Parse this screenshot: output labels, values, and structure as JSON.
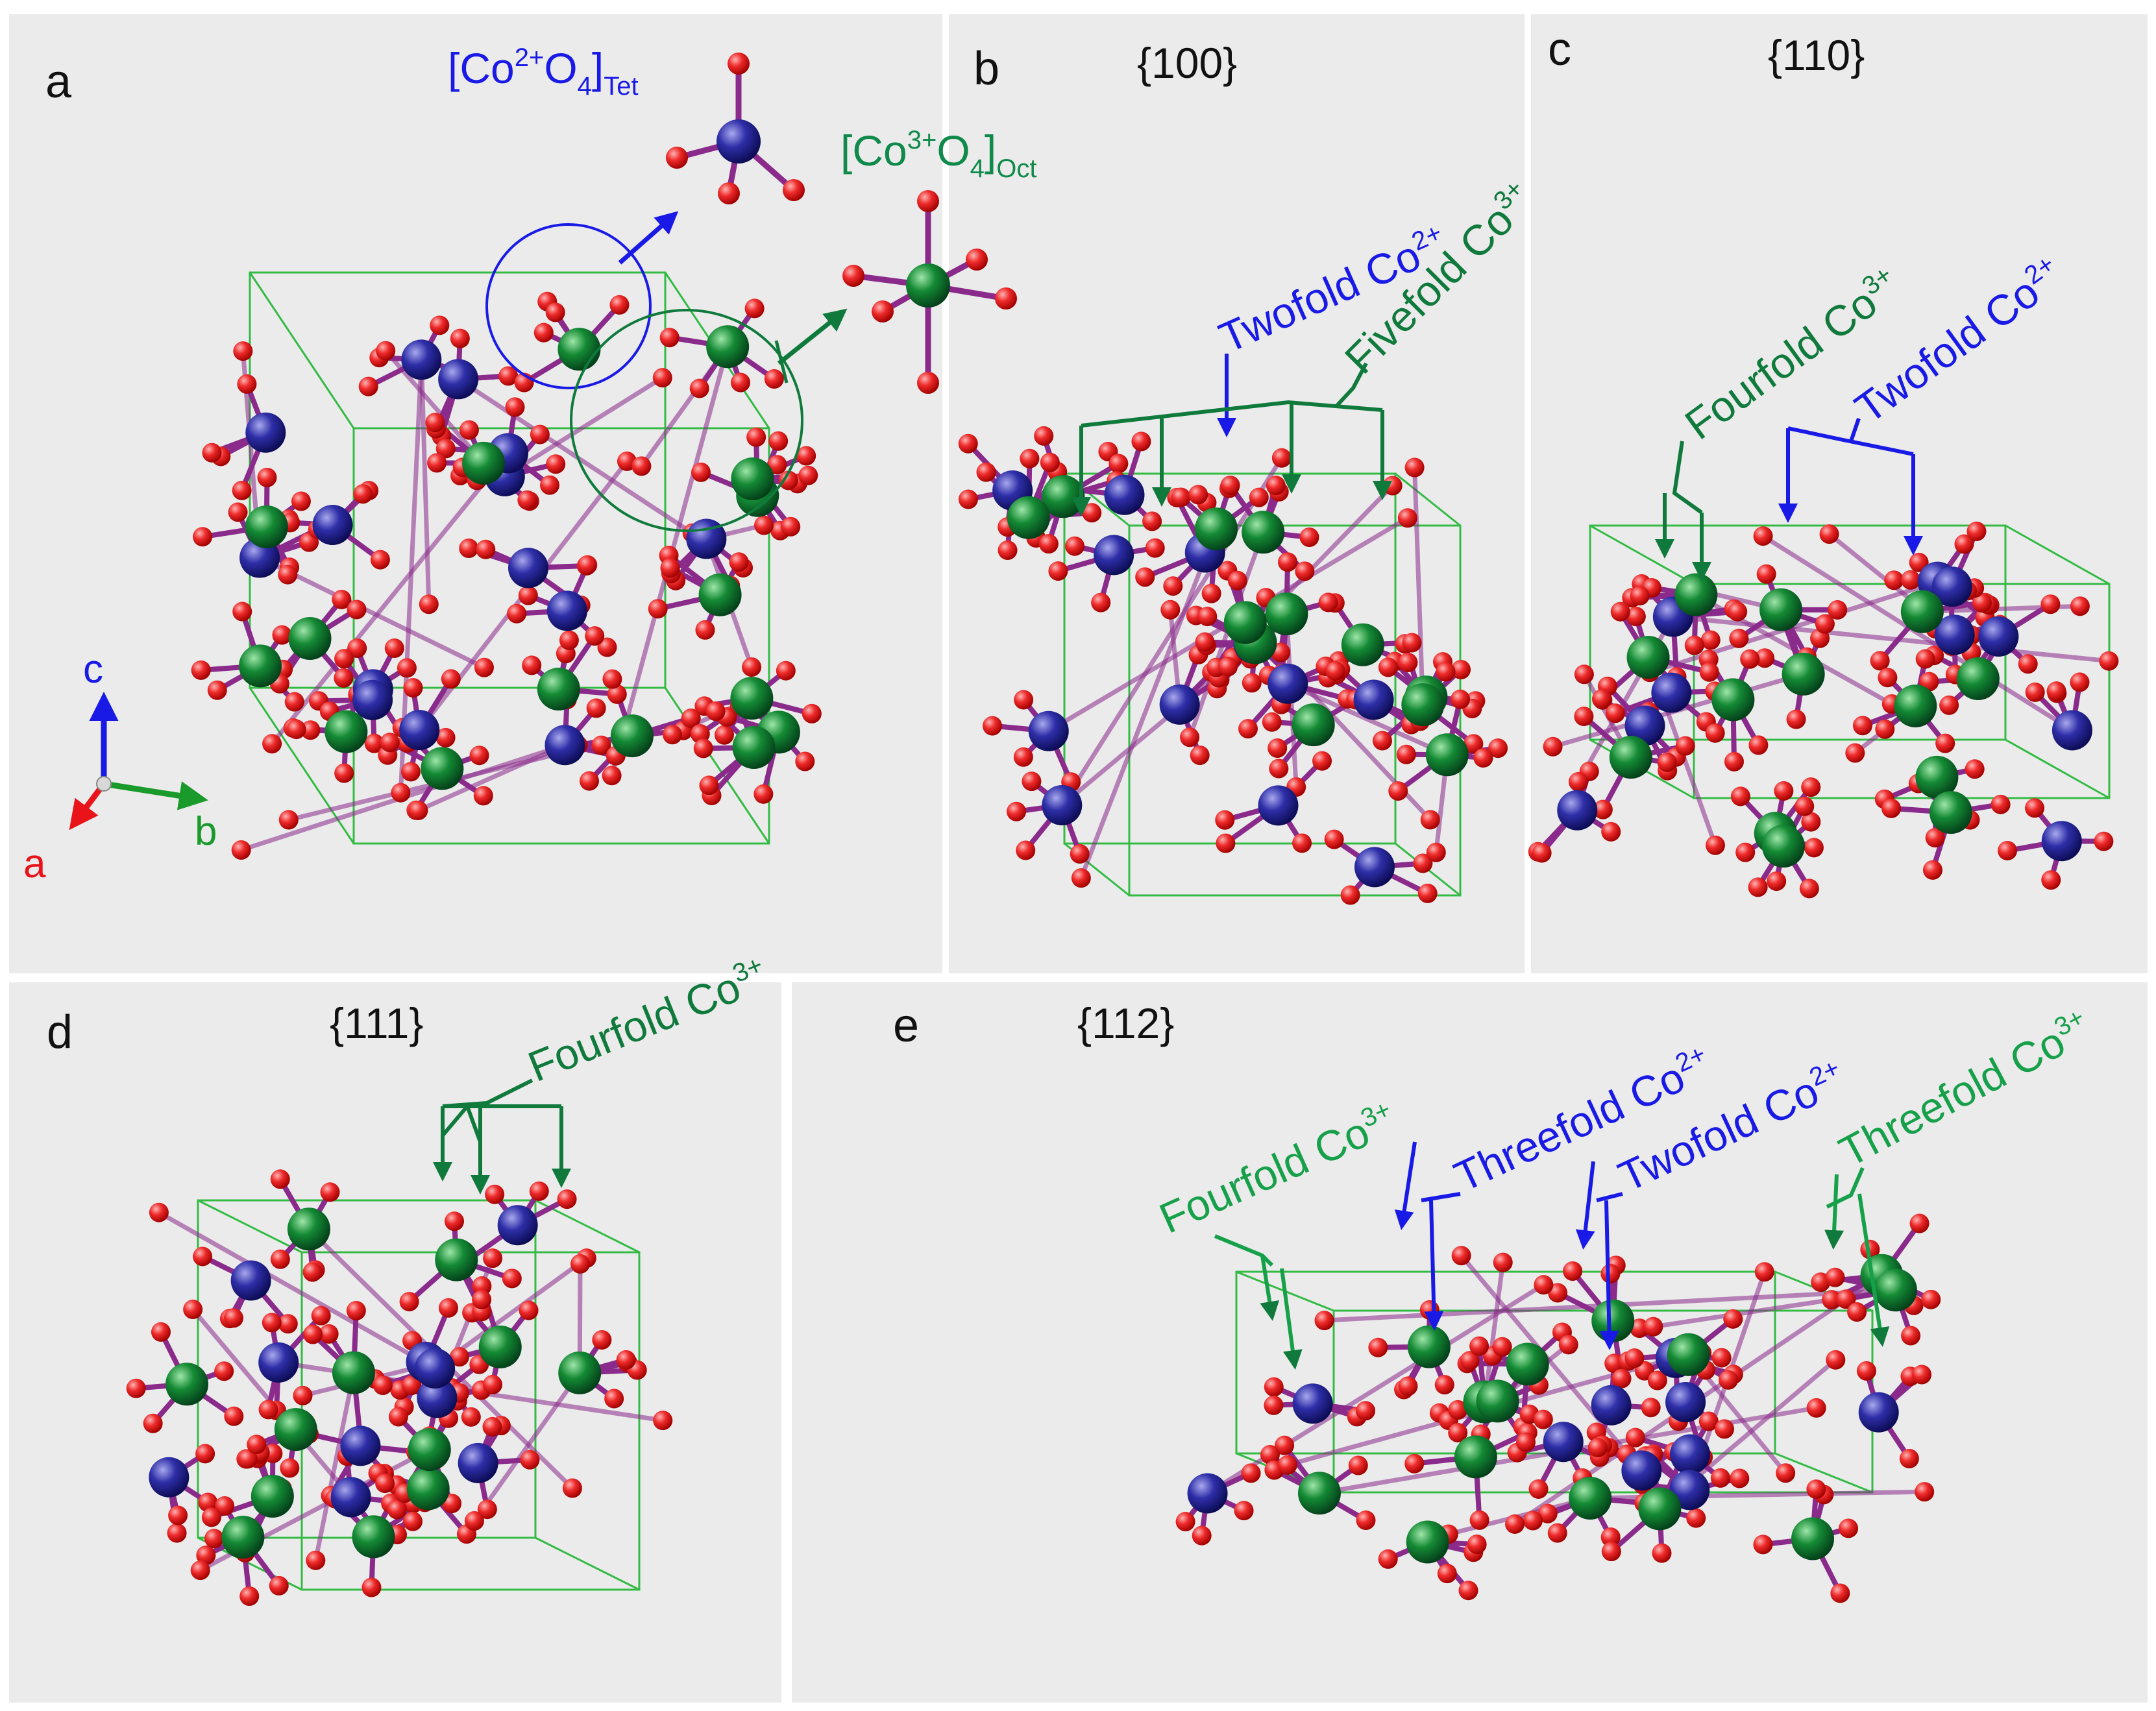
{
  "colors": {
    "panel_bg": "#ebebeb",
    "oxygen": "#e8141a",
    "co2_tet": "#2a2a9c",
    "co3_oct": "#0f7a2e",
    "bond": "#8a2a8a",
    "cell": "#33bb44",
    "label_blue": "#1a1ae6",
    "label_green": "#0f7a3c",
    "axis_a": "#e8141a",
    "axis_b": "#1a9a2a",
    "axis_c": "#1a1ae6"
  },
  "panels": [
    {
      "letter": "a",
      "annotations": {
        "tet_main": "[Co",
        "tet_charge": "2+",
        "tet_o": "O",
        "tet_sub4": "4",
        "tet_close": "]",
        "tet_sub": "Tet",
        "oct_main": "[Co",
        "oct_charge": "3+",
        "oct_o": "O",
        "oct_sub4": "4",
        "oct_close": "]",
        "oct_sub": "Oct"
      },
      "axes": {
        "a": "a",
        "b": "b",
        "c": "c"
      }
    },
    {
      "letter": "b",
      "facet": "{100}",
      "labels": [
        {
          "text": "Twofold Co",
          "charge": "2+",
          "color": "blue"
        },
        {
          "text": "Fivefold Co",
          "charge": "3+",
          "color": "green"
        }
      ]
    },
    {
      "letter": "c",
      "facet": "{110}",
      "labels": [
        {
          "text": "Fourfold Co",
          "charge": "3+",
          "color": "green"
        },
        {
          "text": "Twofold Co",
          "charge": "2+",
          "color": "blue"
        }
      ]
    },
    {
      "letter": "d",
      "facet": "{111}",
      "labels": [
        {
          "text": "Fourfold Co",
          "charge": "3+",
          "color": "green"
        }
      ]
    },
    {
      "letter": "e",
      "facet": "{112}",
      "labels": [
        {
          "text": "Fourfold Co",
          "charge": "3+",
          "color": "green"
        },
        {
          "text": "Threefold Co",
          "charge": "2+",
          "color": "blue"
        },
        {
          "text": "Twofold Co",
          "charge": "2+",
          "color": "blue"
        },
        {
          "text": "Threefold Co",
          "charge": "3+",
          "color": "green"
        }
      ]
    }
  ]
}
